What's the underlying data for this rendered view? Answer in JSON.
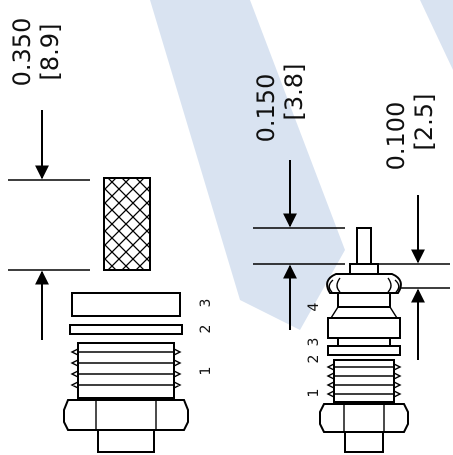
{
  "watermark_color": "#cfdcee",
  "left_part": {
    "dim_inch": "0.350",
    "dim_mm": "[8.9]",
    "callouts": [
      "1",
      "2",
      "3"
    ]
  },
  "right_part": {
    "dim_a_inch": "0.150",
    "dim_a_mm": "[3.8]",
    "dim_b_inch": "0.100",
    "dim_b_mm": "[2.5]",
    "callouts": [
      "1",
      "2",
      "3",
      "4"
    ]
  }
}
